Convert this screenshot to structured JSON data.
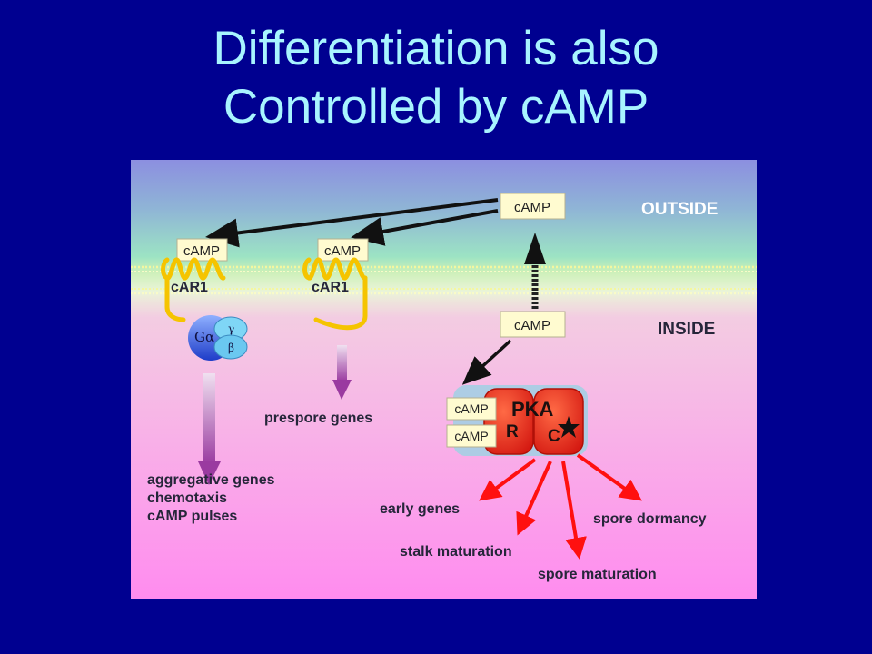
{
  "slide": {
    "title_line1": "Differentiation is also",
    "title_line2": "Controlled by cAMP"
  },
  "diagram": {
    "region_outside": "OUTSIDE",
    "region_inside": "INSIDE",
    "camp_outside": "cAMP",
    "camp_inside": "cAMP",
    "receptor1_camp": "cAMP",
    "receptor1_label": "cAR1",
    "receptor2_camp": "cAMP",
    "receptor2_label": "cAR1",
    "gprotein_alpha": "Gα",
    "gprotein_gamma": "γ",
    "gprotein_beta": "β",
    "pka_label": "PKA",
    "pka_r": "R",
    "pka_c": "C",
    "pka_camp1": "cAMP",
    "pka_camp2": "cAMP",
    "prespore_genes": "prespore genes",
    "aggregative_genes": "aggregative genes",
    "chemotaxis": "chemotaxis",
    "camp_pulses": "cAMP pulses",
    "early_genes": "early genes",
    "stalk_maturation": "stalk maturation",
    "spore_maturation": "spore maturation",
    "spore_dormancy": "spore dormancy"
  },
  "colors": {
    "background": "#000090",
    "title": "#a8f4ff",
    "outside_text": "#ffffff",
    "inside_text": "#26263a",
    "pka_red": "#e8231c",
    "arrow_red": "#ff1010",
    "receptor_yellow": "#f5c400",
    "arrow_purple": "#a04aa8"
  }
}
